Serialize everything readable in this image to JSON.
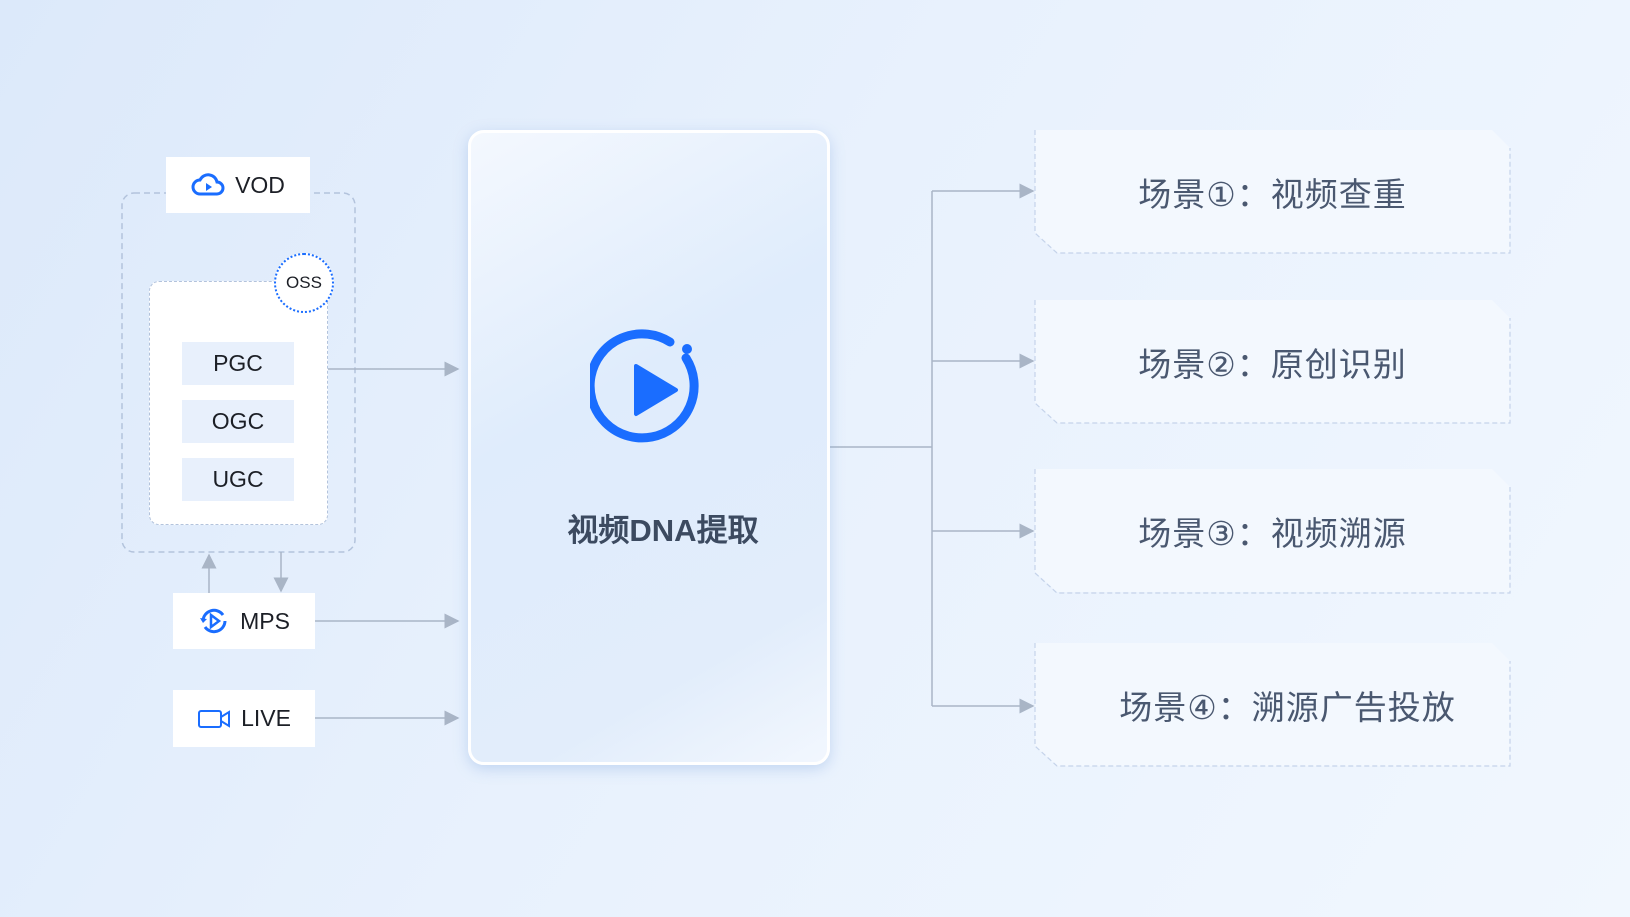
{
  "sources": {
    "vod": "VOD",
    "oss": "OSS",
    "tags": [
      "PGC",
      "OGC",
      "UGC"
    ],
    "mps": "MPS",
    "live": "LIVE"
  },
  "center": {
    "title": "视频DNA提取",
    "icon": "play-circle-icon"
  },
  "scenes": [
    "场景①：视频查重",
    "场景②：原创识别",
    "场景③：视频溯源",
    "场景④：溯源广告投放"
  ],
  "colors": {
    "accent": "#1a6dff",
    "text": "#4a5870"
  }
}
